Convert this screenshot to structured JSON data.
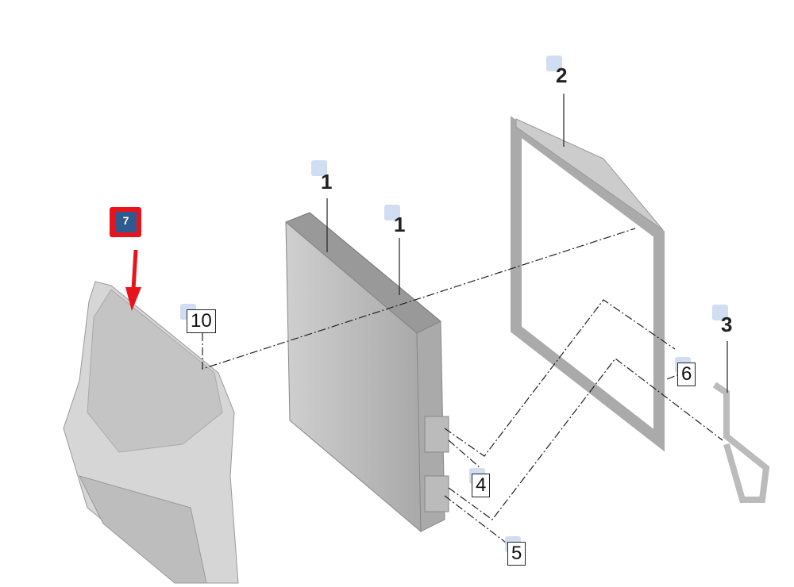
{
  "diagram": {
    "callouts": [
      {
        "id": "part-2",
        "label": "2",
        "style": "bold"
      },
      {
        "id": "part-1a",
        "label": "1",
        "style": "bold"
      },
      {
        "id": "part-1b",
        "label": "1",
        "style": "bold"
      },
      {
        "id": "part-3",
        "label": "3",
        "style": "bold"
      },
      {
        "id": "part-6",
        "label": "6",
        "style": "boxed"
      },
      {
        "id": "part-10",
        "label": "10",
        "style": "boxed"
      },
      {
        "id": "part-4",
        "label": "4",
        "style": "boxed"
      },
      {
        "id": "part-5",
        "label": "5",
        "style": "boxed"
      }
    ],
    "highlight": {
      "label": "7",
      "color": "#e8141b",
      "badge_color": "#2f5a8f"
    }
  }
}
